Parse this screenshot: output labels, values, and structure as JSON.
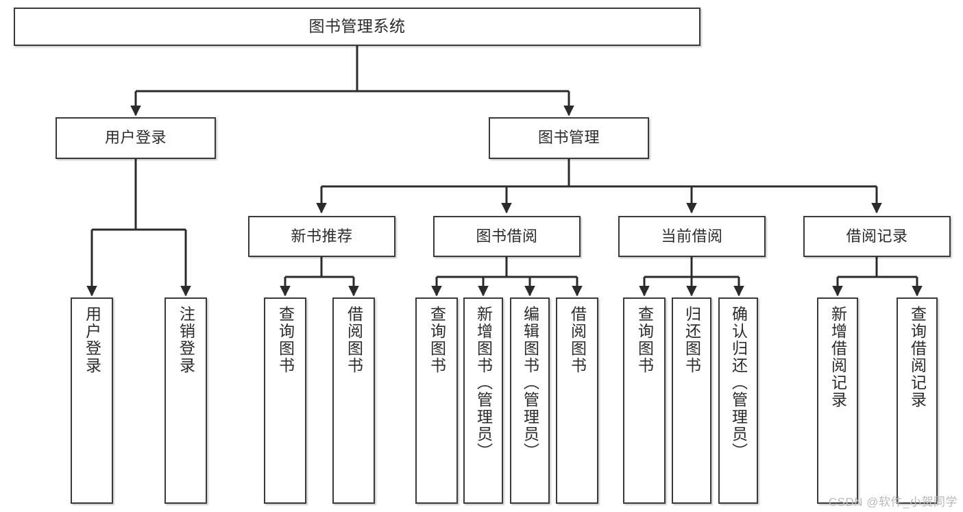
{
  "diagram": {
    "title": "图书管理系统",
    "type": "hierarchy-tree",
    "levels": 4,
    "colors": {
      "box_border": "#3a3a3a",
      "box_fill": "#ffffff",
      "edge": "#2b2b2b",
      "text": "#2b2b2b",
      "watermark": "#b9b9b9",
      "background": "#ffffff"
    }
  },
  "root": {
    "label": "图书管理系统"
  },
  "level2": [
    {
      "label": "用户登录"
    },
    {
      "label": "图书管理"
    }
  ],
  "level3": [
    {
      "label": "新书推荐"
    },
    {
      "label": "图书借阅"
    },
    {
      "label": "当前借阅"
    },
    {
      "label": "借阅记录"
    }
  ],
  "leaves": {
    "user_login": [
      {
        "label": "用户登录"
      },
      {
        "label": "注销登录"
      }
    ],
    "new_book_recommend": [
      {
        "label": "查询图书"
      },
      {
        "label": "借阅图书"
      }
    ],
    "book_borrow": [
      {
        "label": "查询图书"
      },
      {
        "label": "新增图书（管理员）"
      },
      {
        "label": "编辑图书（管理员）"
      },
      {
        "label": "借阅图书"
      }
    ],
    "current_borrow": [
      {
        "label": "查询图书"
      },
      {
        "label": "归还图书"
      },
      {
        "label": "确认归还（管理员）"
      }
    ],
    "borrow_record": [
      {
        "label": "新增借阅记录"
      },
      {
        "label": "查询借阅记录"
      }
    ]
  },
  "watermark": {
    "text": "CSDN @软件_小贺同学"
  }
}
